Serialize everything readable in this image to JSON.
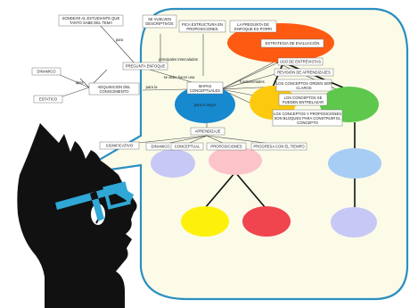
{
  "boxes": {
    "sondear": [
      "SONDEAR AL ESTUDIANTE QUE",
      "TANTO SABE DEL TEMA"
    ],
    "se_vuelven": [
      "SE VUELVEN",
      "DESCRIPTIVOS"
    ],
    "pica_estructura": [
      "PICA ESTRUCTURA EN",
      "PROPOSICIONES"
    ],
    "la_pregunta": [
      "LA PREGUNTA DE",
      "ENFOQUE ES PORRI"
    ],
    "estrategia": "ESTRATEGIA DE EVALUACIÓN",
    "uso_entrevistas": "USO DE ENTREVISTAS",
    "revision": "REVISION DE APRENDIZAJES",
    "conceptos_orden": [
      "LOS CONCEPTOS ORDEN SER",
      "CLAROS"
    ],
    "conceptos_se": [
      "LOS CONCEPTOS SE",
      "PUEDEN ENTRELAZAR"
    ],
    "proposiciones": [
      "LOS CONCEPTOS Y PROPOSICIONES",
      "SON BLOQUES PARA CONSTRUIR EL",
      "CONCEPTO"
    ],
    "pregunta_enfoque": "PREGUNTA ENFOQUE",
    "dinamico": "DINAMICO",
    "estatico": "ESTATICO",
    "adquisicion": [
      "ADQUISICION DEL",
      "CONOCIMIENTO"
    ],
    "mapas": [
      "MAPAS",
      "CONCEPTUALES"
    ],
    "aprendizaje": "APRENDIZAJE",
    "significativo": "SIGNIFICATIVO",
    "dinamico2": "DINAMICO",
    "conceptual": "CONCEPTUAL",
    "proposiciones2": "PROPOSICIONES",
    "progresa": "PROGRESA CON EL TIEMPO"
  },
  "links": {
    "para": "para",
    "principales": "principales intercalados",
    "se_debe_hacer": "se debe hacer una",
    "para_la": "para la",
    "tipos": "tipos",
    "fundamentales": "fundamentales",
    "para_el_mejor": "para el mejor"
  },
  "colors": {
    "bubble_fill": "#fbfbe8",
    "bubble_stroke": "#2b8fc0",
    "orange": "#fe5a12",
    "blue": "#1789cf",
    "yellow": "#fcc90f",
    "green": "#5ec84c",
    "lavender": "#c7c8f5",
    "pink": "#fcc4c9",
    "bright_yellow": "#fdf10b",
    "red": "#f0444f",
    "light_blue": "#a7cdf4",
    "head": "#111111",
    "glasses": "#2fa8d6"
  }
}
